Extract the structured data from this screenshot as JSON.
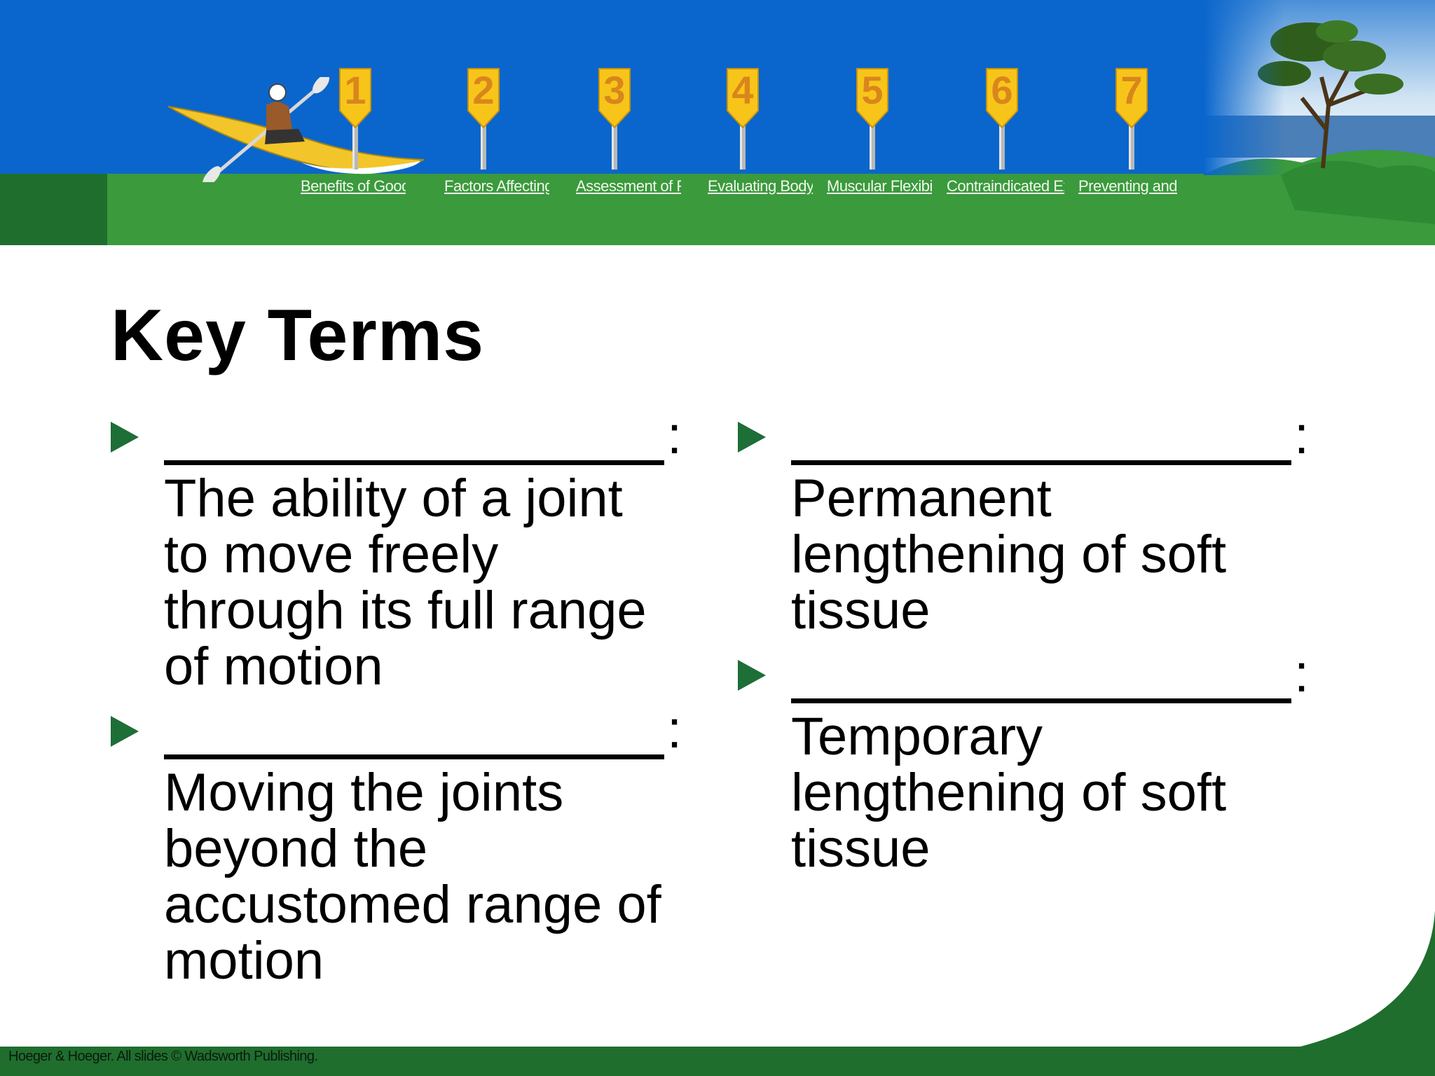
{
  "header": {
    "signs": [
      "1",
      "2",
      "3",
      "4",
      "5",
      "6",
      "7"
    ],
    "nav_links": [
      "Benefits of Good",
      "Factors Affecting",
      "Assessment of Flexibility",
      "Evaluating Body",
      "Muscular Flexibility",
      "Contraindicated Exercises",
      "Preventing and"
    ]
  },
  "slide": {
    "title": "Key Terms",
    "terms": [
      {
        "blank_colon": ":",
        "definition": "The ability of a joint to move freely through its full range of motion"
      },
      {
        "blank_colon": ":",
        "definition": "Moving the joints beyond the accustomed range of motion"
      },
      {
        "blank_colon": ":",
        "definition": "Permanent lengthening of soft tissue"
      },
      {
        "blank_colon": ":",
        "definition": "Temporary lengthening of soft tissue"
      }
    ]
  },
  "footer": {
    "credit": "Hoeger & Hoeger. All slides © Wadsworth Publishing."
  },
  "colors": {
    "sky": "#0a66cc",
    "grass": "#3a9a3c",
    "dark_green": "#1f6e2e",
    "sign_yellow": "#f7c51a",
    "sign_number": "#d9861c",
    "bullet": "#1d6e37"
  }
}
